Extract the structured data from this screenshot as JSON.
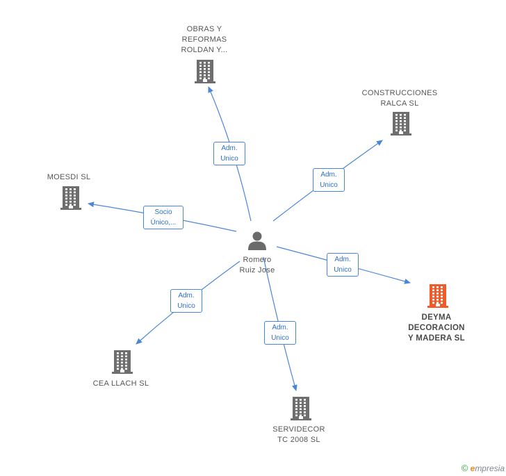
{
  "center": {
    "name": "Romero\nRuiz Jose",
    "icon": "person-icon",
    "color": "#6a6a6a"
  },
  "accent_color": "#4a86d8",
  "building_color": "#6e6e6e",
  "highlight_color": "#f25a2a",
  "companies": [
    {
      "id": "obras",
      "name": "OBRAS Y\nREFORMAS\nROLDAN Y...",
      "role": "Adm.\nUnico",
      "highlight": false
    },
    {
      "id": "construcciones",
      "name": "CONSTRUCCIONES\nRALCA SL",
      "role": "Adm.\nUnico",
      "highlight": false
    },
    {
      "id": "moesdi",
      "name": "MOESDI SL",
      "role": "Socio\nÚnico,...",
      "highlight": false
    },
    {
      "id": "deyma",
      "name": "DEYMA\nDECORACION\nY MADERA SL",
      "role": "Adm.\nUnico",
      "highlight": true
    },
    {
      "id": "cea",
      "name": "CEA LLACH SL",
      "role": "Adm.\nUnico",
      "highlight": false
    },
    {
      "id": "servidecor",
      "name": "SERVIDECOR\nTC 2008 SL",
      "role": "Adm.\nUnico",
      "highlight": false
    }
  ],
  "footer": {
    "copyright": "©",
    "brand_e": "e",
    "brand_rest": "mpresia"
  }
}
